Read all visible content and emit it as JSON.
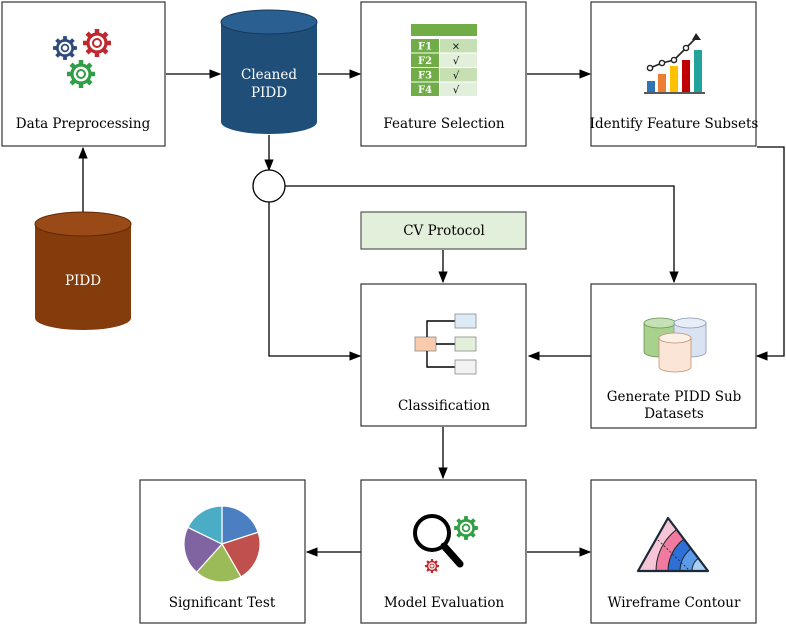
{
  "nodes": {
    "data_preprocessing": "Data Preprocessing",
    "cleaned_pidd_line1": "Cleaned",
    "cleaned_pidd_line2": "PIDD",
    "feature_selection": "Feature Selection",
    "identify_feature_subsets": "Identify Feature Subsets",
    "pidd": "PIDD",
    "cv_protocol": "CV Protocol",
    "classification": "Classification",
    "generate_pidd_sub_line1": "Generate PIDD Sub",
    "generate_pidd_sub_line2": "Datasets",
    "significant_test": "Significant Test",
    "model_evaluation": "Model Evaluation",
    "wireframe_contour": "Wireframe Contour"
  },
  "feature_table": [
    {
      "name": "F1",
      "mark": "×"
    },
    {
      "name": "F2",
      "mark": "√"
    },
    {
      "name": "F3",
      "mark": "√"
    },
    {
      "name": "F4",
      "mark": "√"
    }
  ],
  "colors": {
    "box_stroke": "#333333",
    "cleaned_pidd_db": "#1f4e79",
    "pidd_db": "#843c0c",
    "cv_protocol_fill": "#e2efda",
    "table_green": "#70ad47",
    "table_light": "#c6e0b4"
  },
  "icons": {
    "preprocessing": "gears-icon",
    "feature_selection": "feature-table-icon",
    "subsets": "growth-bar-chart-icon",
    "classification": "tree-diagram-icon",
    "sub_datasets": "database-stack-icon",
    "significant_test": "pie-chart-icon",
    "model_evaluation": "magnifier-gear-icon",
    "wireframe": "ternary-contour-icon"
  }
}
